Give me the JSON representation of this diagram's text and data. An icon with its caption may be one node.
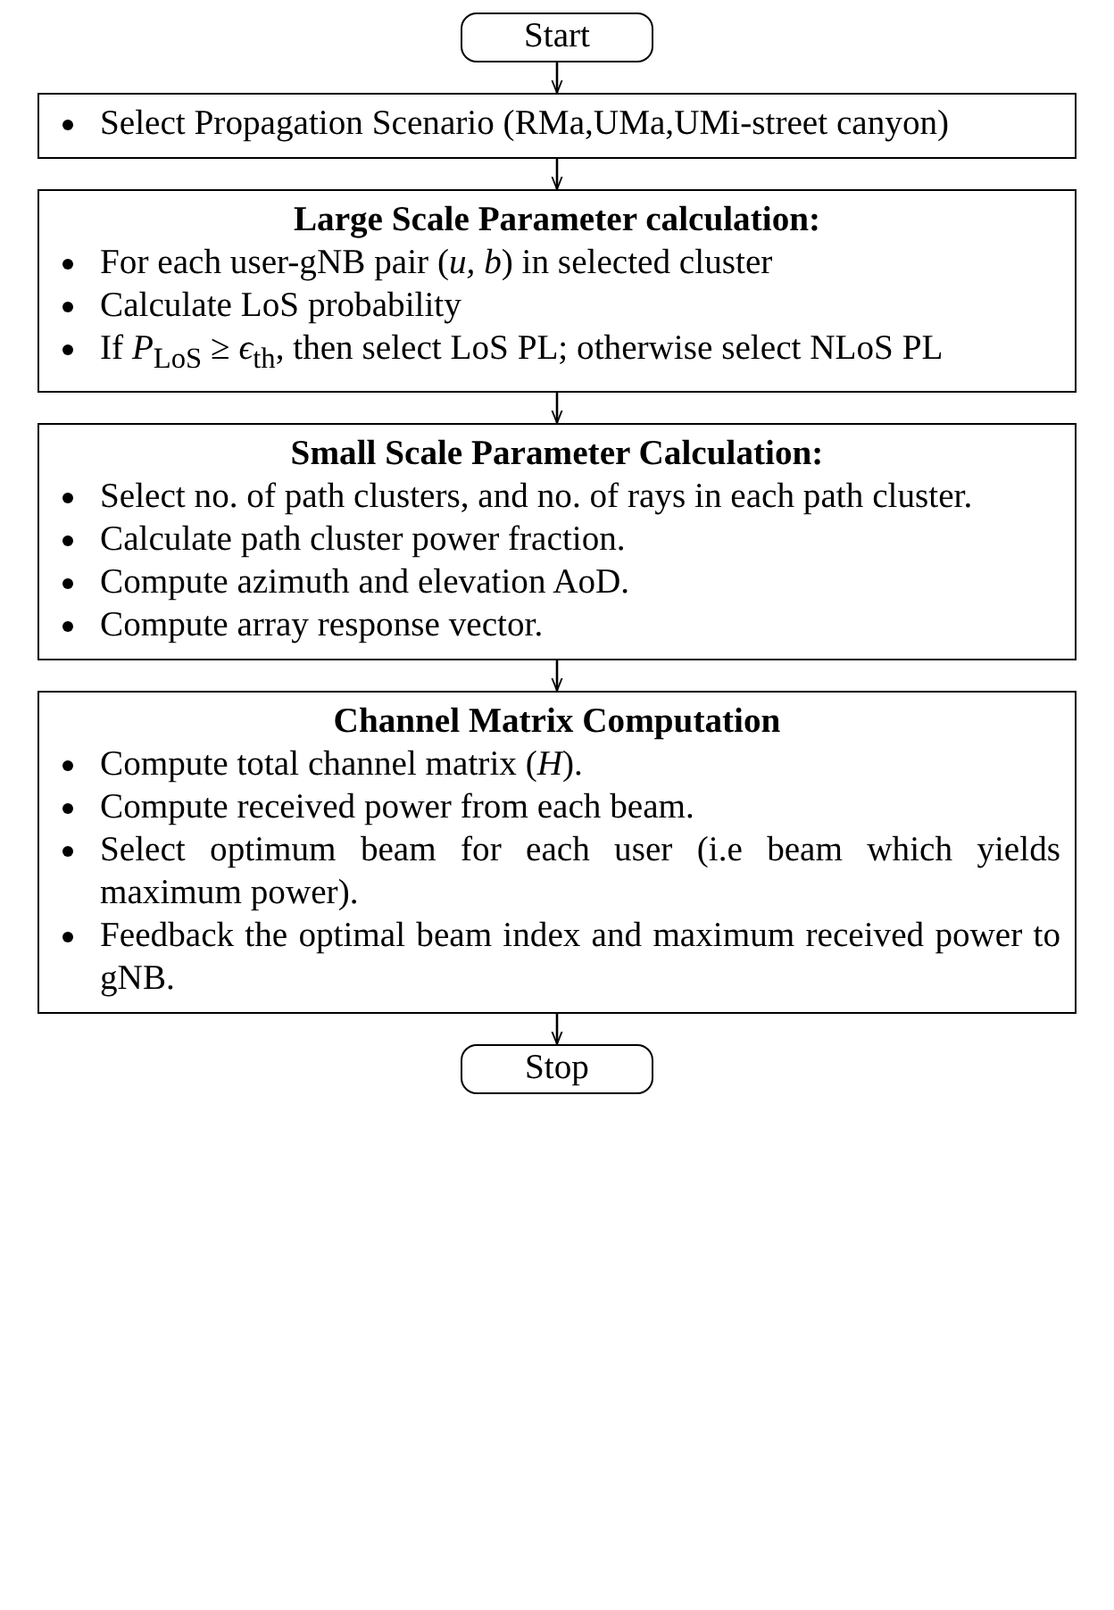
{
  "diagram": {
    "nodes": [
      {
        "text": [
          "Start"
        ]
      },
      {
        "text": [
          "Select Propagation Scenario (RMa,UMa,UMi-street canyon)"
        ]
      },
      {
        "text": [
          "Large Scale Parameter calculation:",
          "For each user-gNB pair (*u, b*) in selected cluster",
          "Calculate LoS probability",
          "If *P*$_{LoS}$ ≥ *ϵ*$_{th}$, then select LoS PL; otherwise select NLoS PL"
        ]
      },
      {
        "text": [
          "Small Scale Parameter Calculation:",
          "Select no. of path clusters, and no. of rays in each path cluster.",
          "Calculate path cluster power fraction.",
          "Compute azimuth and elevation AoD.",
          "Compute array response vector."
        ]
      },
      {
        "text": [
          "Channel Matrix Computation",
          "Compute total channel matrix (*H*).",
          "Compute received power from each beam.",
          "Select optimum beam for each user (i.e beam which yields maximum power).",
          "Feedback the optimal beam index and maximum received power to gNB."
        ]
      },
      {
        "text": [
          "Stop"
        ]
      }
    ],
    "edges": [
      {
        "from": 0,
        "to": 1,
        "arrow": "to"
      },
      {
        "from": 1,
        "to": 2,
        "arrow": "to"
      },
      {
        "from": 2,
        "to": 3,
        "arrow": "to"
      },
      {
        "from": 3,
        "to": 4,
        "arrow": "to"
      },
      {
        "from": 4,
        "to": 5,
        "arrow": "to"
      }
    ]
  }
}
